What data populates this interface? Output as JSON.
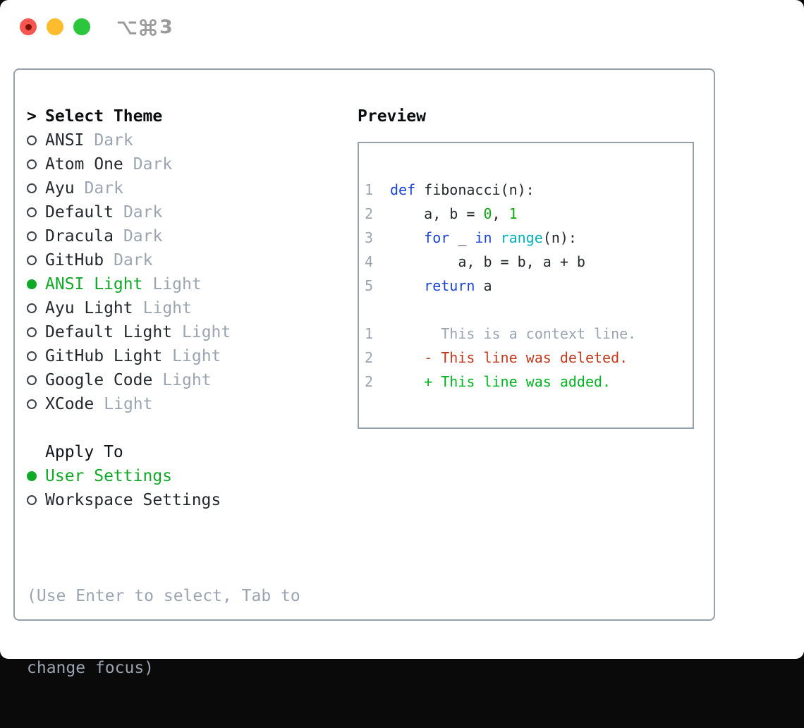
{
  "window": {
    "title": "⌥⌘3",
    "title_digit": "3",
    "traffic_lights": {
      "close": "close",
      "minimize": "minimize",
      "zoom": "zoom"
    },
    "close_has_edited_dot": true
  },
  "theme_panel": {
    "header": {
      "prompt": ">",
      "label": "Select Theme"
    },
    "themes": [
      {
        "name": "ANSI",
        "variant": "Dark",
        "selected": false
      },
      {
        "name": "Atom One",
        "variant": "Dark",
        "selected": false
      },
      {
        "name": "Ayu",
        "variant": "Dark",
        "selected": false
      },
      {
        "name": "Default",
        "variant": "Dark",
        "selected": false
      },
      {
        "name": "Dracula",
        "variant": "Dark",
        "selected": false
      },
      {
        "name": "GitHub",
        "variant": "Dark",
        "selected": false
      },
      {
        "name": "ANSI Light",
        "variant": "Light",
        "selected": true
      },
      {
        "name": "Ayu Light",
        "variant": "Light",
        "selected": false
      },
      {
        "name": "Default Light",
        "variant": "Light",
        "selected": false
      },
      {
        "name": "GitHub Light",
        "variant": "Light",
        "selected": false
      },
      {
        "name": "Google Code",
        "variant": "Light",
        "selected": false
      },
      {
        "name": "XCode",
        "variant": "Light",
        "selected": false
      }
    ],
    "apply_to": {
      "label": "Apply To",
      "options": [
        {
          "name": "User Settings",
          "selected": true
        },
        {
          "name": "Workspace Settings",
          "selected": false
        }
      ]
    },
    "help_lines": [
      "(Use Enter to select, Tab to",
      "change focus)"
    ]
  },
  "preview": {
    "label": "Preview",
    "lines": [
      {
        "num": "1",
        "tokens": [
          [
            "def",
            "kw"
          ],
          [
            " fibonacci(n):",
            "pl"
          ]
        ]
      },
      {
        "num": "2",
        "tokens": [
          [
            "    a, b = ",
            "pl"
          ],
          [
            "0",
            "num"
          ],
          [
            ", ",
            "pl"
          ],
          [
            "1",
            "num"
          ]
        ]
      },
      {
        "num": "3",
        "tokens": [
          [
            "    ",
            "pl"
          ],
          [
            "for",
            "kw"
          ],
          [
            " _ ",
            "pl"
          ],
          [
            "in",
            "kw"
          ],
          [
            " ",
            "pl"
          ],
          [
            "range",
            "fn"
          ],
          [
            "(n):",
            "pl"
          ]
        ]
      },
      {
        "num": "4",
        "tokens": [
          [
            "        a, b = b, a + b",
            "pl"
          ]
        ]
      },
      {
        "num": "5",
        "tokens": [
          [
            "    ",
            "pl"
          ],
          [
            "return",
            "kw"
          ],
          [
            " a",
            "pl"
          ]
        ]
      },
      {
        "num": "",
        "tokens": []
      },
      {
        "num": "1",
        "tokens": [
          [
            "      This is a context line.",
            "ctx"
          ]
        ]
      },
      {
        "num": "2",
        "tokens": [
          [
            "    - This line was deleted.",
            "del"
          ]
        ]
      },
      {
        "num": "2",
        "tokens": [
          [
            "    + This line was added.",
            "add"
          ]
        ]
      }
    ]
  },
  "colors": {
    "accent_green": "#0fa827",
    "added_green": "#00b322",
    "number_green": "#09a80f",
    "deleted_red": "#c23a1e",
    "keyword_blue": "#1a43d8",
    "builtin_cyan": "#00b1bc",
    "muted_gray": "#9aa5b1",
    "text_dark": "#24272c",
    "border_gray": "#95a0ab",
    "traffic_red": "#f6564f",
    "traffic_yellow": "#fcbc2e",
    "traffic_green": "#2bc63c"
  }
}
